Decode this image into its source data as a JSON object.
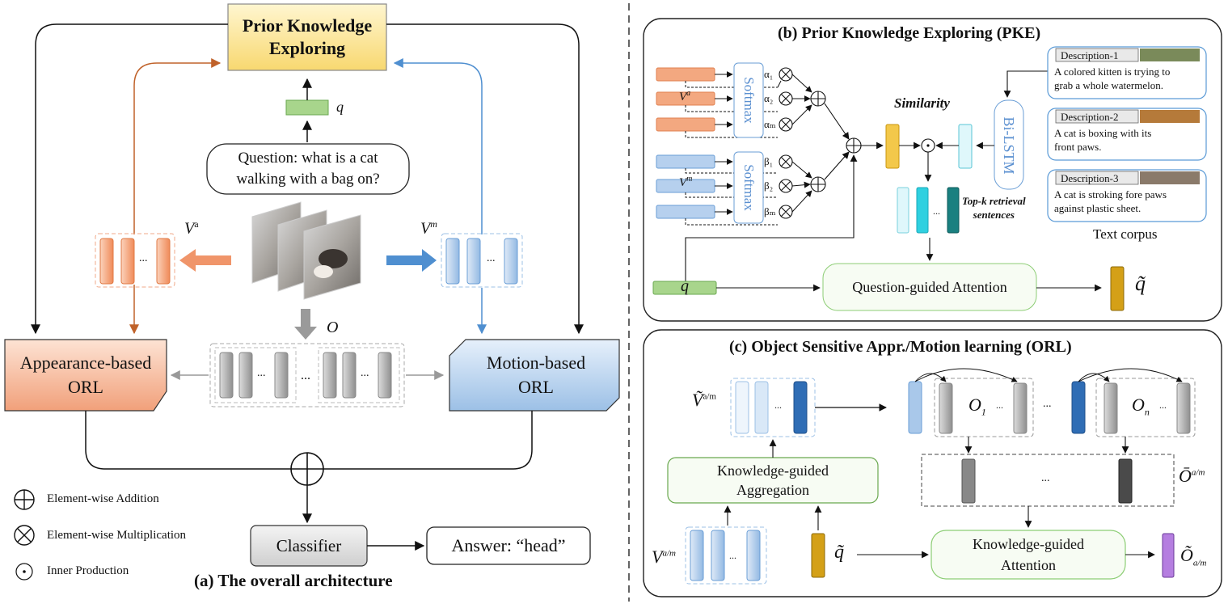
{
  "left": {
    "pke_box": "Prior Knowledge\nExploring",
    "q_label": "q",
    "question": "Question: what is a cat\nwalking with a bag on?",
    "va_label": "V",
    "va_sup": "a",
    "vm_label": "V",
    "vm_sup": "m",
    "o_label": "O",
    "appearance_orl": "Appearance-based\nORL",
    "motion_orl": "Motion-based\nORL",
    "classifier": "Classifier",
    "answer": "Answer: “head”",
    "ellipsis": "...",
    "legend_add": "Element-wise Addition",
    "legend_mul": "Element-wise Multiplication",
    "legend_inner": "Inner Production",
    "caption": "(a) The overall architecture"
  },
  "pke": {
    "title": "(b) Prior Knowledge Exploring (PKE)",
    "softmax": "Softmax",
    "alpha": [
      "α₁",
      "α₂",
      "αₘ"
    ],
    "beta": [
      "β₁",
      "β₂",
      "βₘ"
    ],
    "va_label": "V",
    "va_sup": "a",
    "vm_label": "V",
    "vm_sup": "m",
    "similarity": "Similarity",
    "bilstm": "Bi-LSTM",
    "topk": "Top-k retrieval\nsentences",
    "q_label": "q",
    "qga": "Question-guided Attention",
    "q_tilde": "q̃",
    "descriptions": [
      {
        "title": "Description-1",
        "text": "A colored kitten is trying to\ngrab a whole watermelon."
      },
      {
        "title": "Description-2",
        "text": "A cat is  boxing with its\nfront paws."
      },
      {
        "title": "Description-3",
        "text": "A cat is stroking fore paws\nagainst plastic sheet."
      }
    ],
    "text_corpus": "Text corpus"
  },
  "orl": {
    "title": "(c) Object Sensitive Appr./Motion learning (ORL)",
    "v_tilde": "Ṽ",
    "v_tilde_sup": "a/m",
    "o1": "O",
    "o1_sub": "1",
    "on": "O",
    "on_sub": "n",
    "o_bar": "Ō",
    "o_bar_sup": "a/m",
    "kga_agg": "Knowledge-guided\nAggregation",
    "v_am": "V",
    "v_am_sup": "a/m",
    "q_tilde": "q̃",
    "kga_att": "Knowledge-guided\nAttention",
    "o_tilde": "Õ",
    "o_tilde_sub": "a/m",
    "ellipsis": "..."
  },
  "colors": {
    "orange": "#f0956a",
    "orange_arrow": "#c0622a",
    "blue": "#a9c8ea",
    "blue_arrow": "#4f8fd0",
    "pke_fill": "#fbe79a",
    "green_box": "#4a9a3c",
    "gold": "#d4a017",
    "cyan": "#2fd0e0",
    "teal": "#1a7a7a",
    "gray": "#9a9a9a",
    "dark_blue": "#2f6db5",
    "purple": "#9a58c8"
  }
}
